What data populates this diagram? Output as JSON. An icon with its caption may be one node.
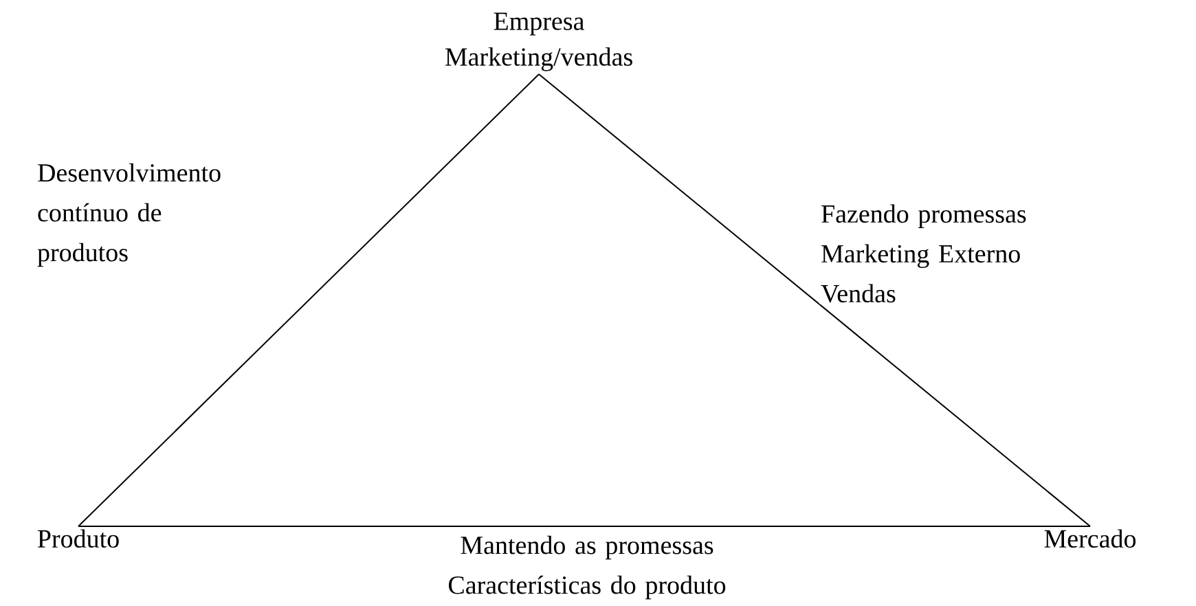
{
  "diagram": {
    "nodes": [
      {
        "text": [
          "Empresa Marketing/vendas"
        ]
      },
      {
        "text": [
          "Produto"
        ]
      },
      {
        "text": [
          "Mercado"
        ]
      }
    ],
    "edges": [
      {
        "from": 0,
        "to": 1,
        "arrow": "none",
        "label": "Desenvolvimento contínuo de produtos"
      },
      {
        "from": 0,
        "to": 2,
        "arrow": "none",
        "label": "Fazendo promessas Marketing Externo Vendas"
      },
      {
        "from": 1,
        "to": 2,
        "arrow": "none",
        "label": "Mantendo as promessas Características do produto"
      }
    ]
  }
}
